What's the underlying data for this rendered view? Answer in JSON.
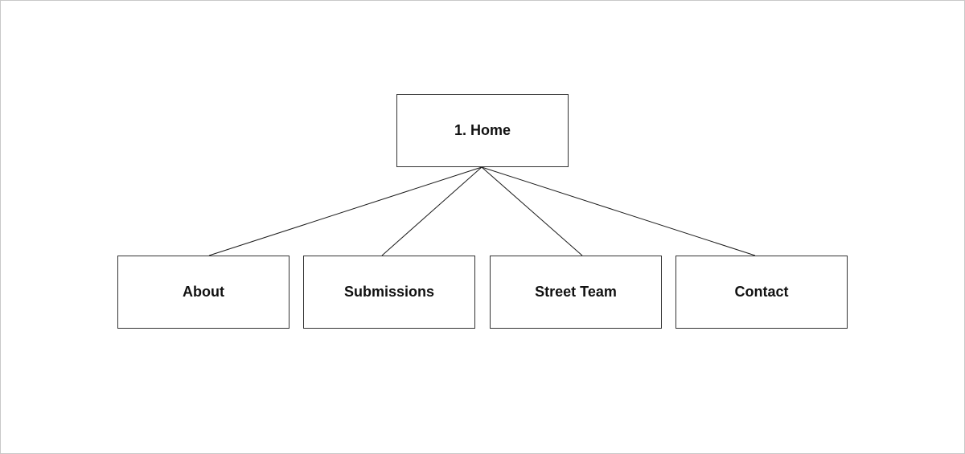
{
  "sitemap": {
    "root": {
      "label": "1. Home"
    },
    "children": [
      {
        "label": "About"
      },
      {
        "label": "Submissions"
      },
      {
        "label": "Street Team"
      },
      {
        "label": "Contact"
      }
    ]
  },
  "colors": {
    "background": "#ffffff",
    "border": "#333333",
    "text": "#111111",
    "connector": "#1a1a1a"
  }
}
